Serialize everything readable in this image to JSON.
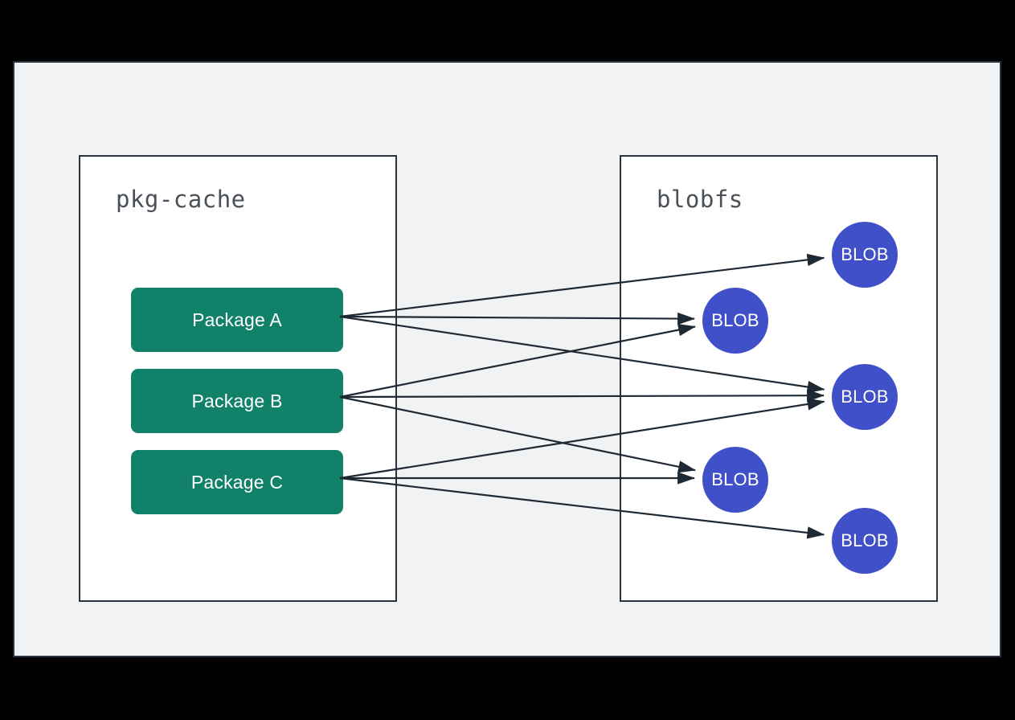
{
  "diagram": {
    "title_bar_color": "#000000",
    "surface_color": "#f0f2f4",
    "border_color": "#29323d",
    "groups": [
      {
        "id": "pkg-cache",
        "label": "pkg-cache",
        "nodes": [
          {
            "id": "pkgA",
            "label": "Package A",
            "color": "#12816a"
          },
          {
            "id": "pkgB",
            "label": "Package B",
            "color": "#12816a"
          },
          {
            "id": "pkgC",
            "label": "Package C",
            "color": "#12816a"
          }
        ]
      },
      {
        "id": "blobfs",
        "label": "blobfs",
        "nodes": [
          {
            "id": "blob1",
            "label": "BLOB",
            "color": "#4050c8"
          },
          {
            "id": "blob2",
            "label": "BLOB",
            "color": "#4050c8"
          },
          {
            "id": "blob3",
            "label": "BLOB",
            "color": "#4050c8"
          },
          {
            "id": "blob4",
            "label": "BLOB",
            "color": "#4050c8"
          },
          {
            "id": "blob5",
            "label": "BLOB",
            "color": "#4050c8"
          }
        ]
      }
    ],
    "edges": [
      {
        "from": "pkgA",
        "to": "blob1"
      },
      {
        "from": "pkgA",
        "to": "blob2"
      },
      {
        "from": "pkgA",
        "to": "blob3"
      },
      {
        "from": "pkgB",
        "to": "blob2"
      },
      {
        "from": "pkgB",
        "to": "blob3"
      },
      {
        "from": "pkgB",
        "to": "blob4"
      },
      {
        "from": "pkgC",
        "to": "blob3"
      },
      {
        "from": "pkgC",
        "to": "blob4"
      },
      {
        "from": "pkgC",
        "to": "blob5"
      }
    ],
    "edge_color": "#1f2933"
  }
}
